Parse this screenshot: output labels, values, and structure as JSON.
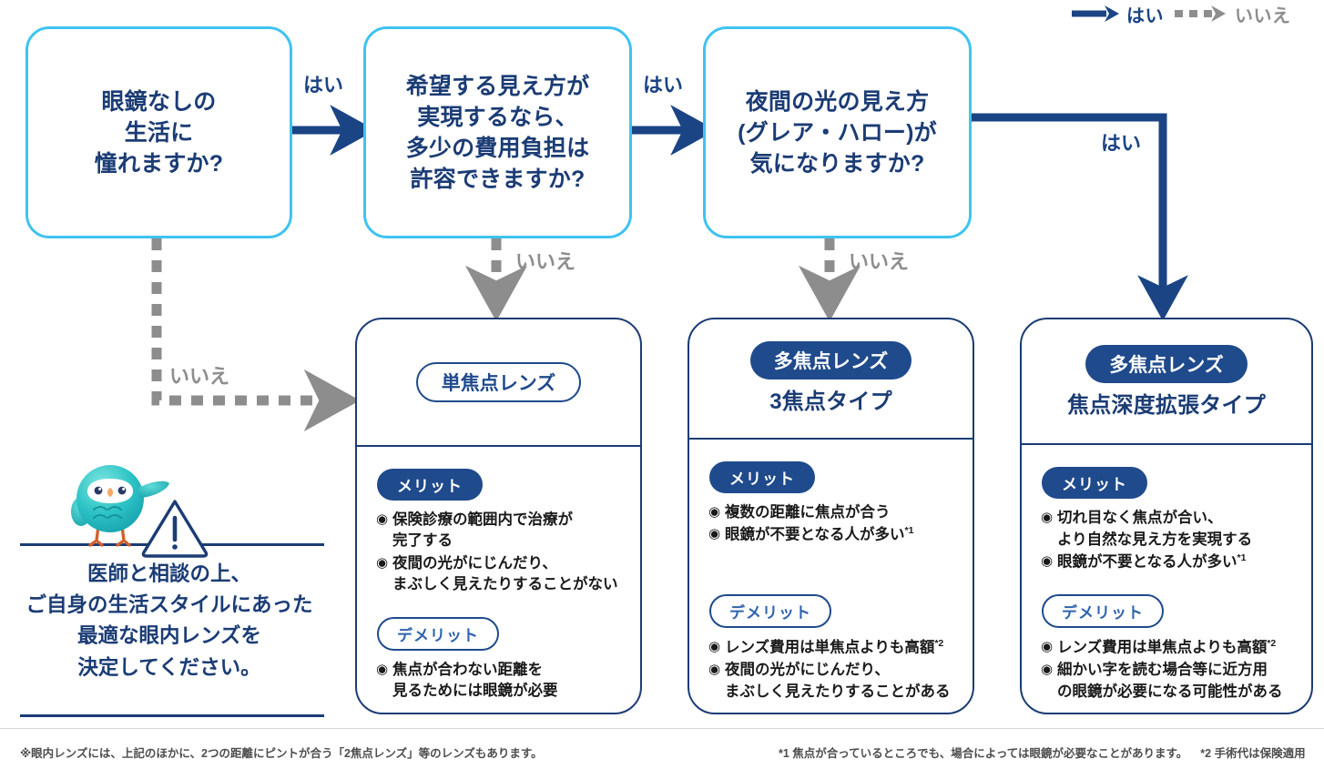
{
  "legend": {
    "yes_label": "はい",
    "no_label": "いいえ",
    "yes_color": "#1b4484",
    "no_color": "#8d8d8d"
  },
  "theme": {
    "decision_border": "#3fc3f0",
    "card_border": "#1b3c75",
    "navy": "#1b3c75",
    "badge_navy": "#1f4a8c",
    "gray": "#8d8d8d",
    "mascot_teal": "#2ec4c6"
  },
  "questions": [
    {
      "id": "q1",
      "lines": [
        "眼鏡なしの",
        "生活に",
        "憧れますか?"
      ]
    },
    {
      "id": "q2",
      "lines": [
        "希望する見え方が",
        "実現するなら、",
        "多少の費用負担は",
        "許容できますか?"
      ]
    },
    {
      "id": "q3",
      "lines": [
        "夜間の光の見え方",
        "(グレア・ハロー)が",
        "気になりますか?"
      ]
    }
  ],
  "edge_labels": {
    "q1_to_q2": "はい",
    "q2_to_q3": "はい",
    "q3_to_card3": "はい",
    "q1_to_card1": "いいえ",
    "q2_to_card1": "いいえ",
    "q3_to_card2": "いいえ"
  },
  "cards": [
    {
      "id": "card1",
      "pill_label": "単焦点レンズ",
      "pill_style": "outline",
      "subtitle": "",
      "merit_label": "メリット",
      "merits": [
        {
          "main": "保険診療の範囲内で治療が",
          "cont": "完了する",
          "sup": ""
        },
        {
          "main": "夜間の光がにじんだり、",
          "cont": "まぶしく見えたりすることがない",
          "sup": ""
        }
      ],
      "demerit_label": "デメリット",
      "demerits": [
        {
          "main": "焦点が合わない距離を",
          "cont": "見るためには眼鏡が必要",
          "sup": ""
        }
      ]
    },
    {
      "id": "card2",
      "pill_label": "多焦点レンズ",
      "pill_style": "filled",
      "subtitle": "3焦点タイプ",
      "merit_label": "メリット",
      "merits": [
        {
          "main": "複数の距離に焦点が合う",
          "cont": "",
          "sup": ""
        },
        {
          "main": "眼鏡が不要となる人が多い",
          "cont": "",
          "sup": "*1"
        }
      ],
      "demerit_label": "デメリット",
      "demerits": [
        {
          "main": "レンズ費用は単焦点よりも高額",
          "cont": "",
          "sup": "*2"
        },
        {
          "main": "夜間の光がにじんだり、",
          "cont": "まぶしく見えたりすることがある",
          "sup": ""
        }
      ]
    },
    {
      "id": "card3",
      "pill_label": "多焦点レンズ",
      "pill_style": "filled",
      "subtitle": "焦点深度拡張タイプ",
      "merit_label": "メリット",
      "merits": [
        {
          "main": "切れ目なく焦点が合い、",
          "cont": "より自然な見え方を実現する",
          "sup": ""
        },
        {
          "main": "眼鏡が不要となる人が多い",
          "cont": "",
          "sup": "*1"
        }
      ],
      "demerit_label": "デメリット",
      "demerits": [
        {
          "main": "レンズ費用は単焦点よりも高額",
          "cont": "",
          "sup": "*2"
        },
        {
          "main": "細かい字を読む場合等に近方用",
          "cont": "の眼鏡が必要になる可能性がある",
          "sup": ""
        }
      ]
    }
  ],
  "advice": {
    "lines": [
      "医師と相談の上、",
      "ご自身の生活スタイルにあった",
      "最適な眼内レンズを",
      "決定してください。"
    ]
  },
  "footnotes": {
    "left": "※眼内レンズには、上記のほかに、2つの距離にピントが合う「2焦点レンズ」等のレンズもあります。",
    "right_1": "*1 焦点が合っているところでも、場合によっては眼鏡が必要なことがあります。",
    "right_2": "*2 手術代は保険適用"
  }
}
